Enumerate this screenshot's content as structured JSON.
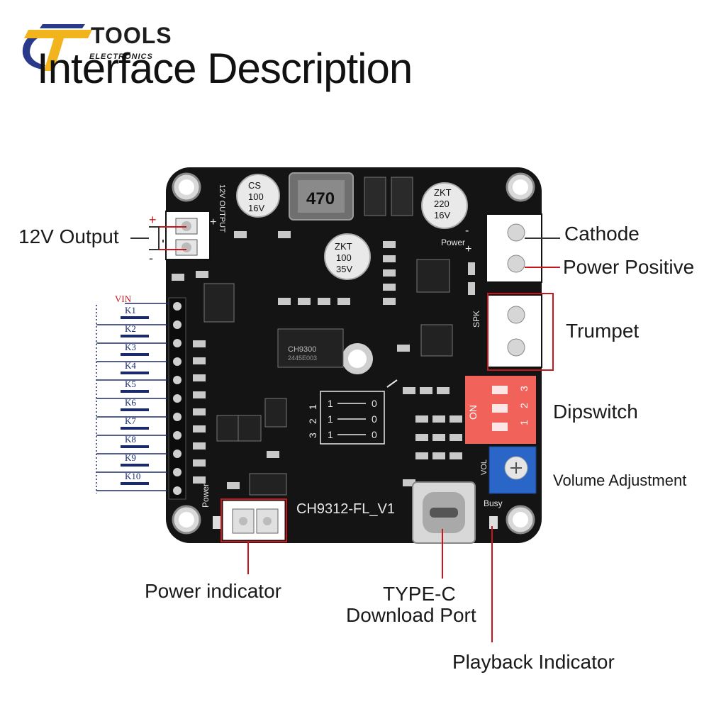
{
  "logo": {
    "word": "TOOLS",
    "sub": "ELECTRONICS"
  },
  "title": "Interface Description",
  "labels": {
    "output_12v": "12V Output",
    "plus": "+",
    "minus": "-",
    "cathode": "Cathode",
    "power_positive": "Power Positive",
    "trumpet": "Trumpet",
    "dipswitch": "Dipswitch",
    "volume": "Volume Adjustment",
    "power_indicator": "Power indicator",
    "typec_1": "TYPE-C",
    "typec_2": "Download Port",
    "playback": "Playback Indicator"
  },
  "board": {
    "model": "CH9312-FL_V1",
    "ic_main": "CH9300",
    "ic_code": "2445E003",
    "inductor": "470",
    "cap_left": [
      "CS",
      "100",
      "16V"
    ],
    "cap_mid": [
      "ZKT",
      "100",
      "35V"
    ],
    "cap_right": [
      "ZKT",
      "220",
      "16V"
    ],
    "silk_12v": "12V OUTPUT",
    "silk_power": "Power",
    "silk_power_left": "Power",
    "silk_spk": "SPK",
    "silk_vol": "VOL",
    "silk_busy": "Busy",
    "dip_on": "ON",
    "dip_nums": [
      "1",
      "2",
      "3"
    ],
    "table_cols": [
      "1",
      "2",
      "3"
    ],
    "table_rows": [
      [
        "1",
        "0"
      ],
      [
        "1",
        "0"
      ],
      [
        "1",
        "0"
      ]
    ]
  },
  "keys": {
    "vin": "VIN",
    "names": [
      "K1",
      "K2",
      "K3",
      "K4",
      "K5",
      "K6",
      "K7",
      "K8",
      "K9",
      "K10"
    ]
  },
  "colors": {
    "pcb": "#141414",
    "silk": "#e8e8e8",
    "callout_red": "#c8161d",
    "dip": "#f0625a",
    "pot": "#2a66c8",
    "key_blue": "#1b2a6b"
  }
}
